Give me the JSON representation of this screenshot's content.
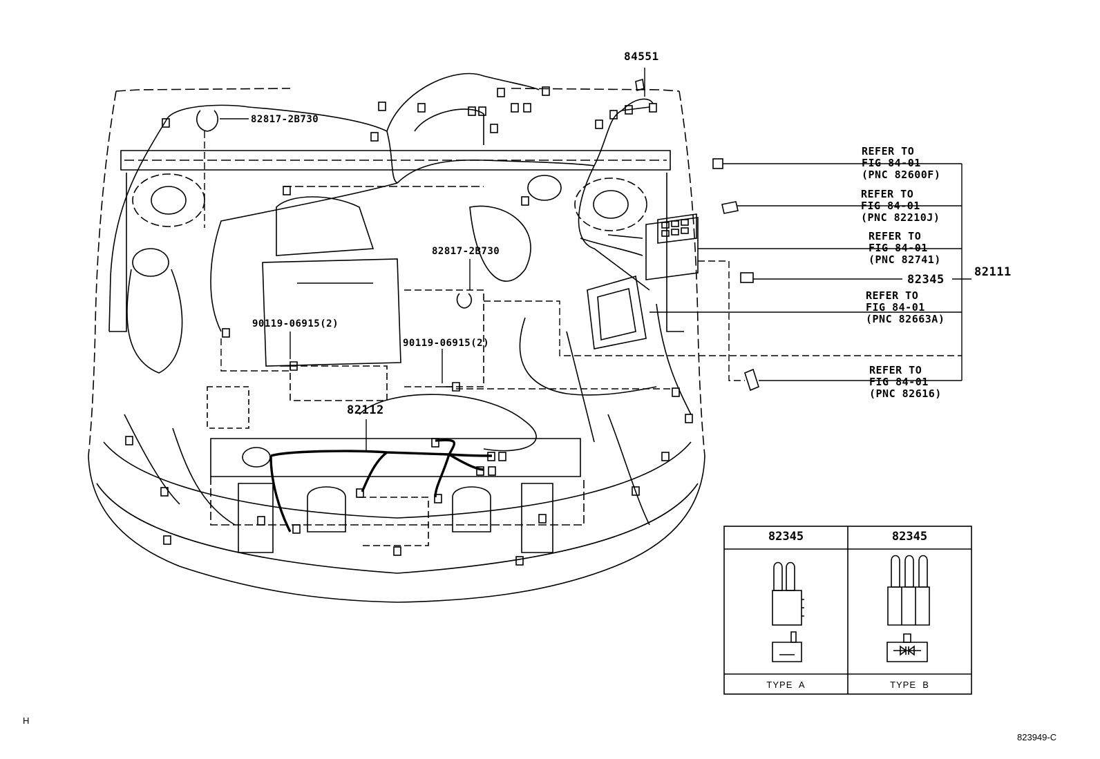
{
  "labels": {
    "p84551": "84551",
    "p82817_top": "82817-2B730",
    "p82817_mid": "82817-2B730",
    "p90119_left": "90119-06915(2)",
    "p90119_right": "90119-06915(2)",
    "p82112": "82112",
    "p82111": "82111",
    "p82345": "82345"
  },
  "refs": [
    {
      "line1": "REFER TO",
      "line2": "FIG 84-01",
      "line3": "(PNC 82600F)"
    },
    {
      "line1": "REFER TO",
      "line2": "FIG 84-01",
      "line3": "(PNC 82210J)"
    },
    {
      "line1": "REFER TO",
      "line2": "FIG 84-01",
      "line3": "(PNC 82741)"
    },
    {
      "line1": "REFER TO",
      "line2": "FIG 84-01",
      "line3": "(PNC 82663A)"
    },
    {
      "line1": "REFER TO",
      "line2": "FIG 84-01",
      "line3": "(PNC 82616)"
    }
  ],
  "inset": {
    "left_part": "82345",
    "right_part": "82345",
    "left_type": "TYPE  A",
    "right_type": "TYPE  B"
  },
  "footer": {
    "corner_mark": "H",
    "figure_code": "823949-C"
  }
}
